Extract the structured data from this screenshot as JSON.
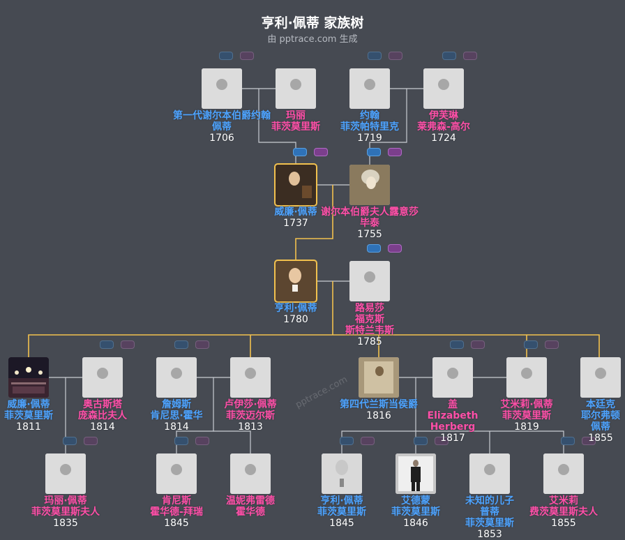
{
  "title": "亨利·佩蒂 家族树",
  "subtitle": "由 pptrace.com 生成",
  "watermark": "pptrace.com",
  "colors": {
    "male": "#4da3ff",
    "female": "#ff4fa8",
    "line": "#c9cdd3",
    "highlight_line": "#f2c14e",
    "background": "#464a52"
  },
  "people": [
    {
      "id": "p1",
      "lines": [
        "第一代谢尔本伯爵约翰",
        "佩蒂"
      ],
      "year": "1706",
      "gender": "male",
      "photo": "silhouette",
      "highlight": false
    },
    {
      "id": "p2",
      "lines": [
        "玛丽",
        "菲茨莫里斯"
      ],
      "year": "",
      "gender": "female",
      "photo": "silhouette",
      "highlight": false
    },
    {
      "id": "p3",
      "lines": [
        "约翰",
        "菲茨帕特里克"
      ],
      "year": "1719",
      "gender": "male",
      "photo": "silhouette",
      "highlight": false
    },
    {
      "id": "p4",
      "lines": [
        "伊芙琳",
        "莱弗森-高尔"
      ],
      "year": "1724",
      "gender": "female",
      "photo": "silhouette",
      "highlight": false
    },
    {
      "id": "p5",
      "lines": [
        "威廉·佩蒂"
      ],
      "year": "1737",
      "gender": "male",
      "photo": "portrait-man-blue",
      "highlight": true
    },
    {
      "id": "p6",
      "lines": [
        "谢尔本伯爵夫人露意莎",
        "毕泰"
      ],
      "year": "1755",
      "gender": "female",
      "photo": "portrait-lady-sepia",
      "highlight": false
    },
    {
      "id": "p7",
      "lines": [
        "亨利·佩蒂"
      ],
      "year": "1780",
      "gender": "male",
      "photo": "portrait-man-dark",
      "highlight": true
    },
    {
      "id": "p8",
      "lines": [
        "路易莎",
        "福克斯",
        "斯特兰韦斯"
      ],
      "year": "1785",
      "gender": "female",
      "photo": "silhouette",
      "highlight": false
    },
    {
      "id": "p9",
      "lines": [
        "威廉·佩蒂",
        "菲茨莫里斯"
      ],
      "year": "1811",
      "gender": "male",
      "photo": "painting-hall",
      "highlight": false
    },
    {
      "id": "p10",
      "lines": [
        "奥古斯塔",
        "庞森比夫人"
      ],
      "year": "1814",
      "gender": "female",
      "photo": "silhouette",
      "highlight": false
    },
    {
      "id": "p11",
      "lines": [
        "詹姆斯",
        "肯尼思·霍华"
      ],
      "year": "1814",
      "gender": "male",
      "photo": "silhouette",
      "highlight": false
    },
    {
      "id": "p12",
      "lines": [
        "卢伊莎·佩蒂",
        "菲茨迈尔斯"
      ],
      "year": "1813",
      "gender": "female",
      "photo": "silhouette",
      "highlight": false
    },
    {
      "id": "p13",
      "lines": [
        "第四代兰斯当侯爵"
      ],
      "year": "1816",
      "gender": "male",
      "photo": "photo-sepia",
      "highlight": false
    },
    {
      "id": "p14",
      "lines": [
        "盖",
        "Elizabeth",
        "Herberg"
      ],
      "year": "1817",
      "gender": "female",
      "photo": "silhouette",
      "highlight": false
    },
    {
      "id": "p15",
      "lines": [
        "艾米莉·佩蒂",
        "菲茨莫里斯"
      ],
      "year": "1819",
      "gender": "female",
      "photo": "silhouette",
      "highlight": false
    },
    {
      "id": "p16",
      "lines": [
        "本廷克",
        "耶尔弗顿",
        "佩蒂"
      ],
      "year": "1855",
      "gender": "male",
      "photo": "silhouette",
      "highlight": false
    },
    {
      "id": "p17",
      "lines": [
        "玛丽·佩蒂",
        "菲茨莫里斯夫人"
      ],
      "year": "1835",
      "gender": "female",
      "photo": "silhouette",
      "highlight": false
    },
    {
      "id": "p18",
      "lines": [
        "肯尼斯",
        "霍华德-拜瑞"
      ],
      "year": "1845",
      "gender": "female",
      "photo": "silhouette",
      "highlight": false
    },
    {
      "id": "p19",
      "lines": [
        "温妮弗雷德",
        "霍华德"
      ],
      "year": "",
      "gender": "female",
      "photo": "silhouette",
      "highlight": false
    },
    {
      "id": "p20",
      "lines": [
        "亨利·佩蒂",
        "菲茨莫里斯"
      ],
      "year": "1845",
      "gender": "male",
      "photo": "photo-bw-man",
      "highlight": false
    },
    {
      "id": "p21",
      "lines": [
        "艾德蒙",
        "菲茨莫里斯"
      ],
      "year": "1846",
      "gender": "male",
      "photo": "photo-standing",
      "highlight": false
    },
    {
      "id": "p22",
      "lines": [
        "未知的儿子",
        "普蒂",
        "菲茨莫里斯"
      ],
      "year": "1853",
      "gender": "male",
      "photo": "silhouette",
      "highlight": false
    },
    {
      "id": "p23",
      "lines": [
        "艾米莉",
        "费茨莫里斯夫人"
      ],
      "year": "1855",
      "gender": "female",
      "photo": "silhouette",
      "highlight": false
    }
  ]
}
